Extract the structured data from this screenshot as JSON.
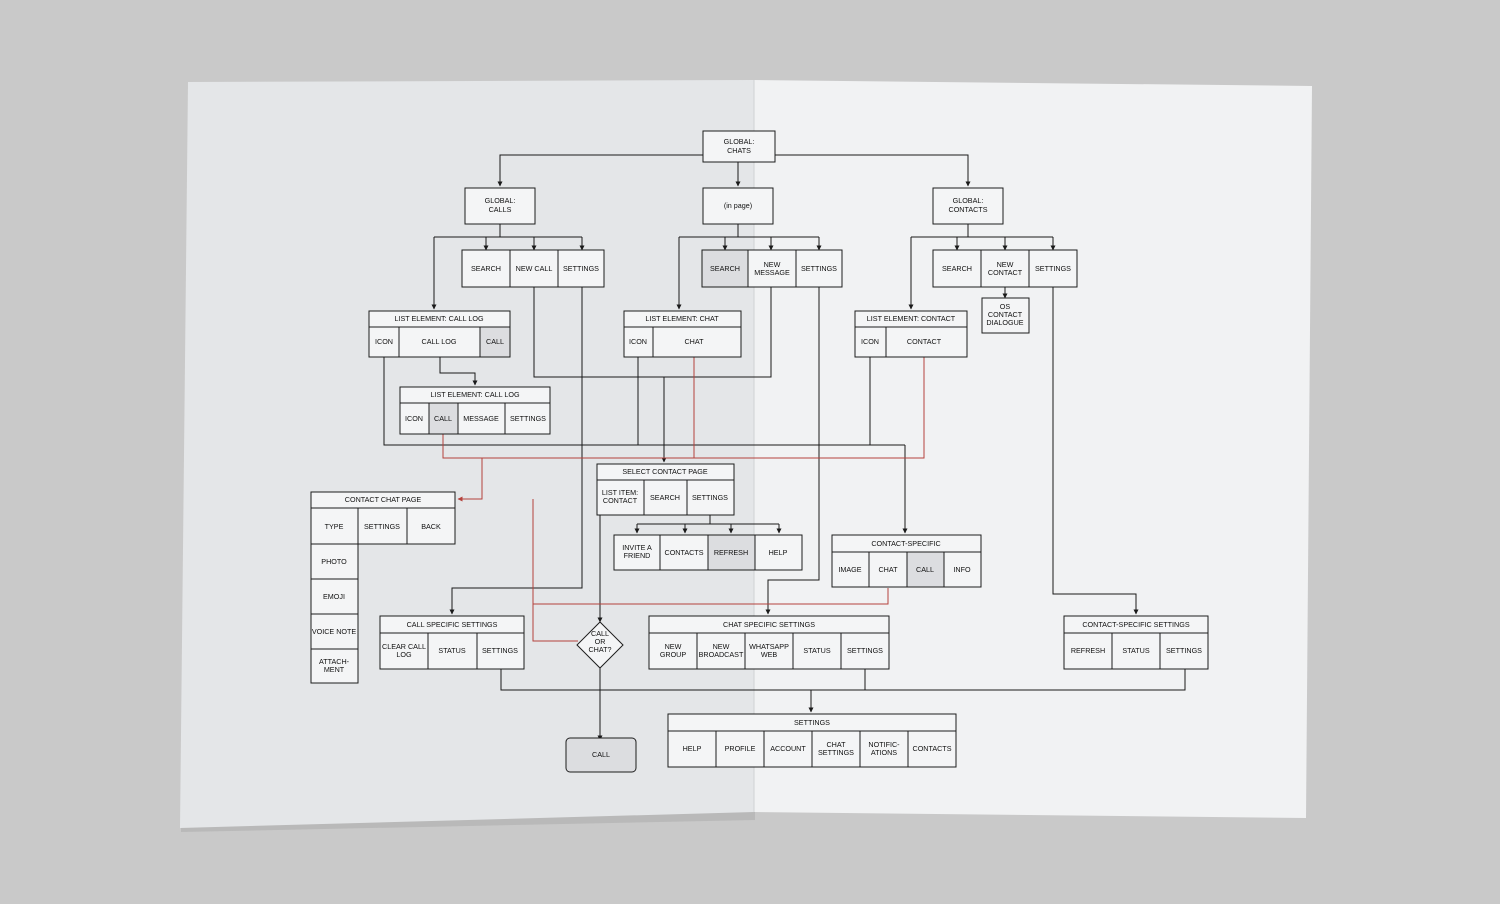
{
  "diagram": {
    "global_chats": [
      "GLOBAL:",
      "CHATS"
    ],
    "global_calls": [
      "GLOBAL:",
      "CALLS"
    ],
    "in_page": "(in page)",
    "global_contacts": [
      "GLOBAL:",
      "CONTACTS"
    ],
    "calls_search": "SEARCH",
    "calls_new_call": "NEW CALL",
    "calls_settings": "SETTINGS",
    "chats_search": "SEARCH",
    "chats_new_message": [
      "NEW",
      "MESSAGE"
    ],
    "chats_settings": "SETTINGS",
    "contacts_search": "SEARCH",
    "contacts_new_contact": [
      "NEW",
      "CONTACT"
    ],
    "contacts_settings": "SETTINGS",
    "os_contact_dialogue": [
      "OS",
      "CONTACT",
      "DIALOGUE"
    ],
    "le_call_log_title": "LIST ELEMENT: CALL LOG",
    "le_call_log_icon": "ICON",
    "le_call_log_label": "CALL LOG",
    "le_call_log_call": "CALL",
    "le_chat_title": "LIST ELEMENT: CHAT",
    "le_chat_icon": "ICON",
    "le_chat_label": "CHAT",
    "le_contact_title": "LIST ELEMENT: CONTACT",
    "le_contact_icon": "ICON",
    "le_contact_label": "CONTACT",
    "le_call_log2_title": "LIST ELEMENT: CALL LOG",
    "le_call_log2_icon": "ICON",
    "le_call_log2_call": "CALL",
    "le_call_log2_message": "MESSAGE",
    "le_call_log2_settings": "SETTINGS",
    "select_contact_title": "SELECT CONTACT PAGE",
    "select_list_item": [
      "LIST ITEM:",
      "CONTACT"
    ],
    "select_search": "SEARCH",
    "select_settings": "SETTINGS",
    "invite_friend": [
      "INVITE A",
      "FRIEND"
    ],
    "contacts": "CONTACTS",
    "refresh": "REFRESH",
    "help": "HELP",
    "contact_chat_title": "CONTACT CHAT PAGE",
    "cc_type": "TYPE",
    "cc_settings": "SETTINGS",
    "cc_back": "BACK",
    "cc_photo": "PHOTO",
    "cc_emoji": "EMOJI",
    "cc_voice_note": "VOICE NOTE",
    "cc_attachment": [
      "ATTACH-",
      "MENT"
    ],
    "contact_specific_title": "CONTACT-SPECIFIC",
    "cs_image": "IMAGE",
    "cs_chat": "CHAT",
    "cs_call": "CALL",
    "cs_info": "INFO",
    "call_settings_title": "CALL SPECIFIC SETTINGS",
    "cset_clear_log": [
      "CLEAR CALL",
      "LOG"
    ],
    "cset_status": "STATUS",
    "cset_settings": "SETTINGS",
    "decision": [
      "CALL",
      "OR",
      "CHAT?"
    ],
    "call_terminal": "CALL",
    "chat_settings_title": "CHAT SPECIFIC SETTINGS",
    "chset_new_group": [
      "NEW",
      "GROUP"
    ],
    "chset_new_broadcast": [
      "NEW",
      "BROADCAST"
    ],
    "chset_whatsapp_web": [
      "WHATSAPP",
      "WEB"
    ],
    "chset_status": "STATUS",
    "chset_settings": "SETTINGS",
    "contact_settings_title": "CONTACT-SPECIFIC SETTINGS",
    "ctset_refresh": "REFRESH",
    "ctset_status": "STATUS",
    "ctset_settings": "SETTINGS",
    "settings_title": "SETTINGS",
    "s_help": "HELP",
    "s_profile": "PROFILE",
    "s_account": "ACCOUNT",
    "s_chat_settings": [
      "CHAT",
      "SETTINGS"
    ],
    "s_notifications": [
      "NOTIFIC-",
      "ATIONS"
    ],
    "s_contacts": "CONTACTS"
  },
  "colors": {
    "background": "#c9c9c9",
    "line": "#1a1a1a",
    "highlight_line": "#b5423c"
  }
}
